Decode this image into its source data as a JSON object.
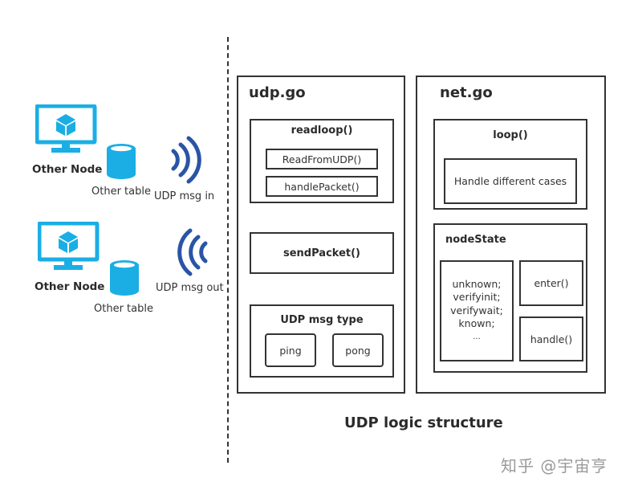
{
  "left_panel": {
    "nodes": [
      {
        "label": "Other Node",
        "table_label": "Other table",
        "signal_label": "UDP msg in",
        "signal_direction": "in"
      },
      {
        "label": "Other Node",
        "table_label": "Other table",
        "signal_label": "UDP msg out",
        "signal_direction": "out"
      }
    ],
    "icon_color": "#1aaee5",
    "signal_color": "#2a54a6"
  },
  "udp_go": {
    "title": "udp.go",
    "readloop": {
      "title": "readloop()",
      "items": [
        "ReadFromUDP()",
        "handlePacket()"
      ]
    },
    "send_packet": "sendPacket()",
    "msg_type": {
      "title": "UDP msg type",
      "items": [
        "ping",
        "pong"
      ]
    }
  },
  "net_go": {
    "title": "net.go",
    "loop": {
      "title": "loop()",
      "inner": "Handle different cases"
    },
    "node_state": {
      "title": "nodeState",
      "states": [
        "unknown;",
        "verifyinit;",
        "verifywait;",
        "known;",
        "..."
      ],
      "methods": [
        "enter()",
        "handle()"
      ]
    }
  },
  "caption": "UDP logic structure",
  "watermark": "知乎 @宇宙亨"
}
